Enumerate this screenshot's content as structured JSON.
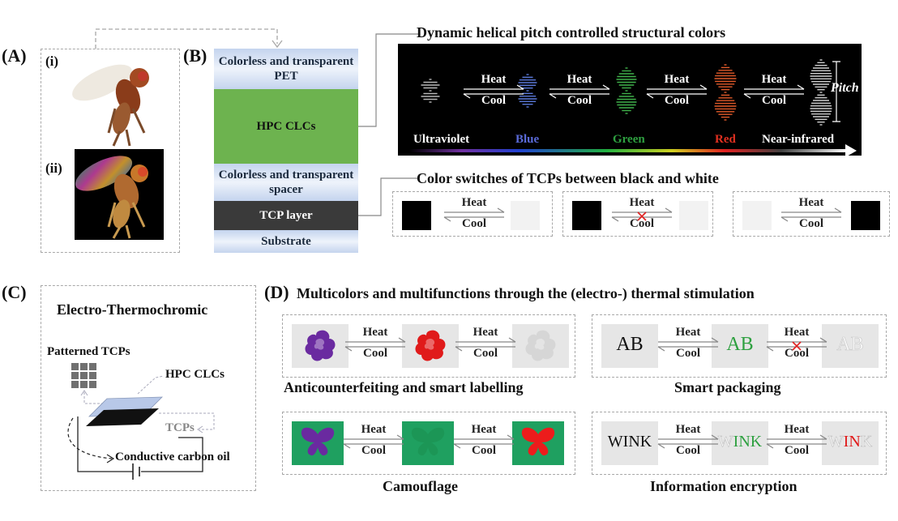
{
  "panels": {
    "A": {
      "label": "(A)",
      "sub_i": "(i)",
      "sub_ii": "(ii)"
    },
    "B": {
      "label": "(B)",
      "layers": [
        "Colorless and transparent PET",
        "HPC CLCs",
        "Colorless and transparent spacer",
        "TCP layer",
        "Substrate"
      ],
      "structural_title": "Dynamic helical pitch controlled structural colors",
      "spectrum": [
        "Ultraviolet",
        "Blue",
        "Green",
        "Red",
        "Near-infrared"
      ],
      "pitch_label": "Pitch",
      "switch_title": "Color switches of TCPs between black and white"
    },
    "C": {
      "label": "(C)",
      "title": "Electro-Thermochromic",
      "patterned": "Patterned TCPs",
      "hpc": "HPC CLCs",
      "tcps": "TCPs",
      "carbon": "Conductive carbon oil"
    },
    "D": {
      "label": "(D)",
      "title": "Multicolors and multifunctions through the (electro-) thermal stimulation",
      "anti_label": "Anticounterfeiting and smart labelling",
      "pack_label": "Smart packaging",
      "camo_label": "Camouflage",
      "info_label": "Information encryption",
      "ab_text": "AB",
      "wink_1": "WINK",
      "wink_2_a": "W",
      "wink_2_b": "INK",
      "wink_3_a": "W",
      "wink_3_b": "IN",
      "wink_3_c": "K"
    }
  },
  "heat": "Heat",
  "cool": "Cool",
  "colors": {
    "uv": "#b8b8b8",
    "blue": "#5a78d8",
    "green": "#3fb04a",
    "red": "#e05a2a",
    "nir": "#cfcfcf",
    "hpc_layer": "#6db34f",
    "tcp_layer": "#3a3a3a",
    "camo_green": "#1fa060",
    "purple": "#6a2aa0",
    "rose_red": "#e01a1a"
  }
}
